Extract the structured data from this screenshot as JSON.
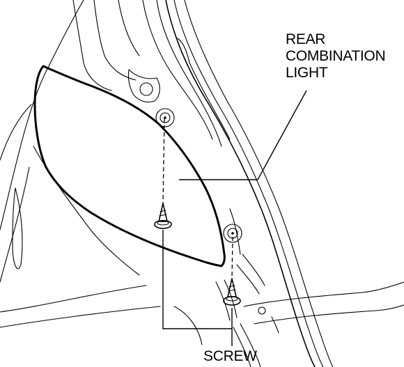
{
  "labels": {
    "rear_combination_light": [
      "REAR",
      "COMBINATION",
      "LIGHT"
    ],
    "screw": "SCREW"
  },
  "colors": {
    "line": "#000000",
    "background": "#ffffff"
  }
}
